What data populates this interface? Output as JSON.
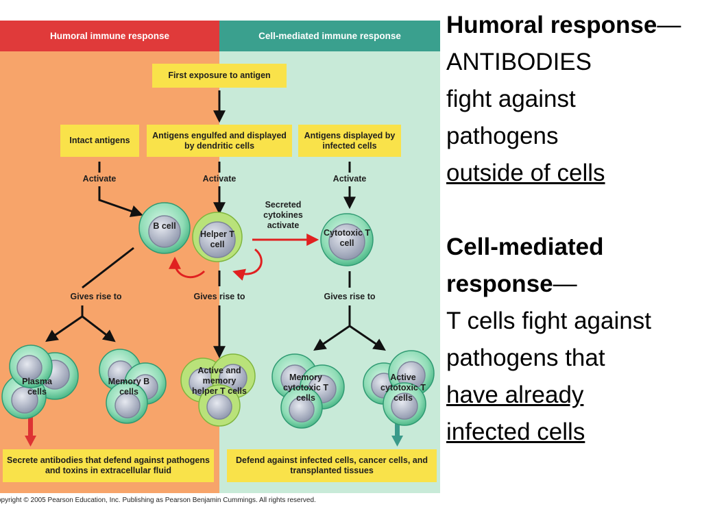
{
  "header": {
    "humoral": "Humoral immune response",
    "cell_mediated": "Cell-mediated immune response"
  },
  "boxes": {
    "first_exposure": "First exposure to antigen",
    "intact_antigens": "Intact antigens",
    "engulfed": "Antigens engulfed and displayed by dendritic cells",
    "displayed": "Antigens displayed by infected cells",
    "secrete_antibodies": "Secrete antibodies that defend against pathogens and toxins in extracellular fluid",
    "defend_infected": "Defend against infected cells, cancer cells, and transplanted tissues"
  },
  "labels": {
    "activate_1": "Activate",
    "activate_2": "Activate",
    "activate_3": "Activate",
    "secreted_cytokines": "Secreted cytokines activate",
    "gives_rise_1": "Gives rise to",
    "gives_rise_2": "Gives rise to",
    "gives_rise_3": "Gives rise to"
  },
  "cells": {
    "b_cell": "B cell",
    "helper_t": "Helper T cell",
    "cytotoxic_t": "Cytotoxic T cell",
    "plasma": "Plasma cells",
    "memory_b": "Memory B cells",
    "active_memory_helper": "Active and memory helper T cells",
    "memory_cytotoxic": "Memory cytotoxic T cells",
    "active_cytotoxic": "Active cytotoxic T cells"
  },
  "copyright": "opyright © 2005 Pearson Education, Inc. Publishing as Pearson Benjamin Cummings. All rights reserved.",
  "side": {
    "humoral_title": "Humoral response",
    "dash1": "—",
    "humoral_l1": "ANTIBODIES",
    "humoral_l2": "fight against",
    "humoral_l3": "pathogens",
    "humoral_l4": "outside of cells",
    "cell_title_1": "Cell-mediated",
    "cell_title_2": "response",
    "dash2": "—",
    "cell_l1": "T cells fight against",
    "cell_l2": "pathogens that",
    "cell_l3": "have already",
    "cell_l4": "infected cells"
  },
  "colors": {
    "humoral_header": "#e03a3a",
    "cell_header": "#3aa08e",
    "humoral_bg": "#f7a46a",
    "cell_bg": "#c8ead8",
    "box": "#f9e24a",
    "arrow_red": "#e02020",
    "arrow_teal": "#3a9a8a",
    "cell_fill": "#9ee0bf",
    "nucleus": "#a8afc2"
  }
}
